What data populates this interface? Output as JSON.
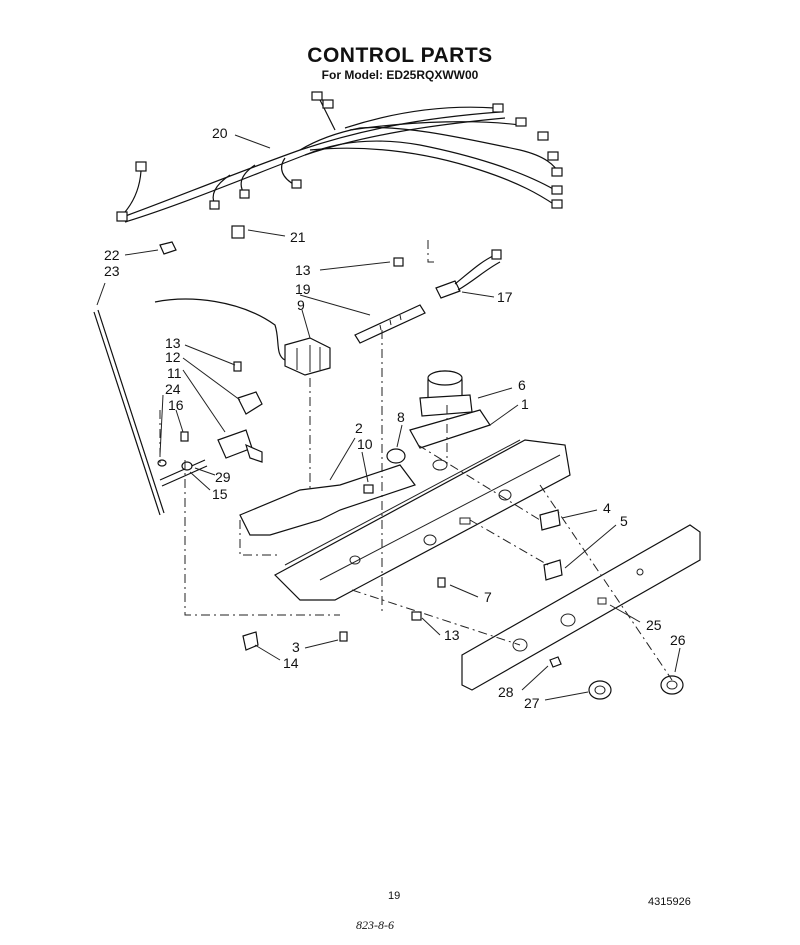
{
  "header": {
    "title": "CONTROL PARTS",
    "subtitle": "For Model: ED25RQXWW00"
  },
  "callouts": [
    {
      "id": "c20",
      "text": "20"
    },
    {
      "id": "c21",
      "text": "21"
    },
    {
      "id": "c22",
      "text": "22"
    },
    {
      "id": "c23",
      "text": "23"
    },
    {
      "id": "c13a",
      "text": "13"
    },
    {
      "id": "c19",
      "text": "19"
    },
    {
      "id": "c17",
      "text": "17"
    },
    {
      "id": "c9",
      "text": "9"
    },
    {
      "id": "c13b",
      "text": "13"
    },
    {
      "id": "c12",
      "text": "12"
    },
    {
      "id": "c11",
      "text": "11"
    },
    {
      "id": "c24",
      "text": "24"
    },
    {
      "id": "c16",
      "text": "16"
    },
    {
      "id": "c6",
      "text": "6"
    },
    {
      "id": "c1",
      "text": "1"
    },
    {
      "id": "c8",
      "text": "8"
    },
    {
      "id": "c2",
      "text": "2"
    },
    {
      "id": "c10",
      "text": "10"
    },
    {
      "id": "c29",
      "text": "29"
    },
    {
      "id": "c15",
      "text": "15"
    },
    {
      "id": "c4",
      "text": "4"
    },
    {
      "id": "c5",
      "text": "5"
    },
    {
      "id": "c7",
      "text": "7"
    },
    {
      "id": "c25",
      "text": "25"
    },
    {
      "id": "c26",
      "text": "26"
    },
    {
      "id": "c13c",
      "text": "13"
    },
    {
      "id": "c3",
      "text": "3"
    },
    {
      "id": "c14",
      "text": "14"
    },
    {
      "id": "c28",
      "text": "28"
    },
    {
      "id": "c27",
      "text": "27"
    }
  ],
  "footer": {
    "page_number": "19",
    "document_number": "4315926",
    "handwritten_note": "823-8-6"
  }
}
